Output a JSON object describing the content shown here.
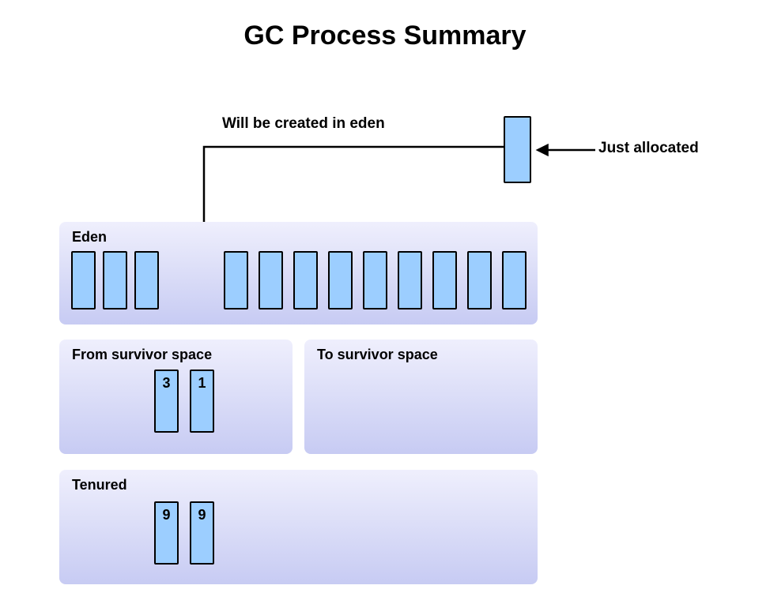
{
  "title": "GC Process Summary",
  "annotations": {
    "created_in_eden": "Will be created in eden",
    "just_allocated": "Just allocated"
  },
  "colors": {
    "block_fill": "#9CCEFF",
    "region_gradient_top": "#EFEFFD",
    "region_gradient_bottom": "#C7CBF3",
    "arrow": "#000000",
    "text": "#000000"
  },
  "just_allocated_block": {
    "label": ""
  },
  "regions": {
    "eden": {
      "label": "Eden",
      "left_block_count": 3,
      "right_block_count": 9
    },
    "from_survivor": {
      "label": "From survivor space",
      "blocks": [
        "3",
        "1"
      ]
    },
    "to_survivor": {
      "label": "To survivor space",
      "blocks": []
    },
    "tenured": {
      "label": "Tenured",
      "blocks": [
        "9",
        "9"
      ]
    }
  }
}
